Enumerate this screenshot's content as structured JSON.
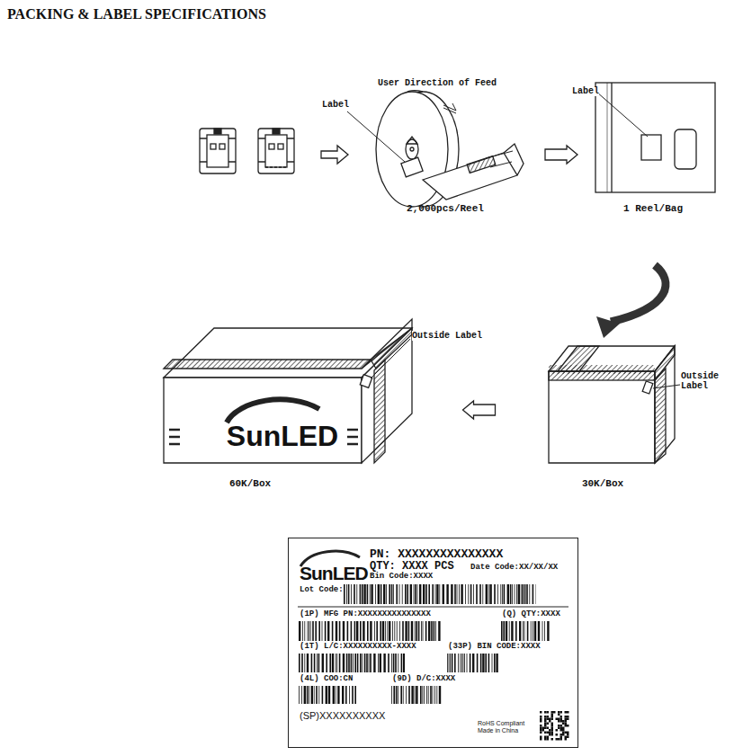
{
  "diagram": {
    "title": "PACKING & LABEL SPECIFICATIONS",
    "nodes": [
      {
        "text": [
          "2,000pcs/Reel"
        ]
      },
      {
        "text": [
          "1 Reel/Bag"
        ]
      },
      {
        "text": [
          "30K/Box"
        ]
      },
      {
        "text": [
          "SunLED",
          "60K/Box"
        ]
      },
      {
        "text": [
          "SunLED",
          "PN: XXXXXXXXXXXXXXX",
          "QTY: XXXX PCS",
          "Date Code:XX/XX/XX",
          "Bin Code:XXXX",
          "Lot Code:",
          "(1P) MFG PN:XXXXXXXXXXXXXXX",
          "(Q) QTY:XXXX",
          "(1T) L/C:XXXXXXXXXX-XXXX",
          "(33P) BIN CODE:XXXX",
          "(4L) COO:CN",
          "(9D) D/C:XXXX",
          "(SP)XXXXXXXXXX",
          "RoHS Compliant Made in China"
        ]
      }
    ],
    "edges": [
      {
        "from": 0,
        "to": 1,
        "arrow": "to"
      },
      {
        "from": 1,
        "to": 2,
        "arrow": "to"
      },
      {
        "from": 2,
        "to": 3,
        "arrow": "to"
      }
    ],
    "labels": [
      "User Direction of Feed",
      "Label",
      "Label",
      "Outside Label",
      "Outside Label"
    ]
  }
}
